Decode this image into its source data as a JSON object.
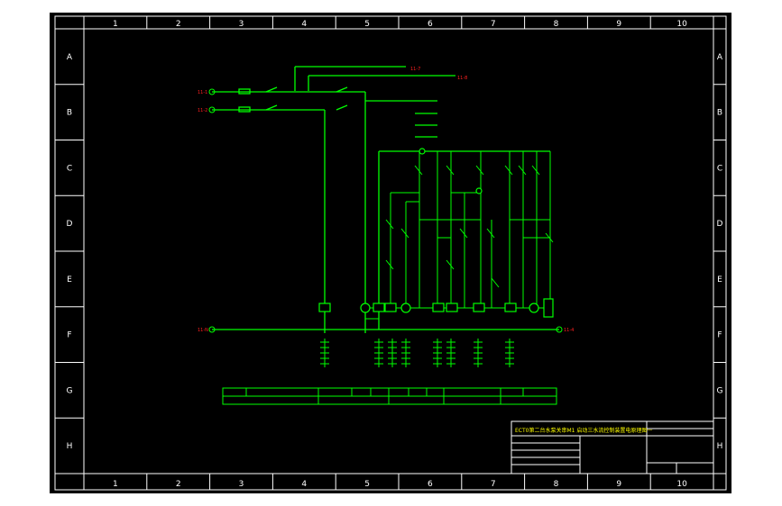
{
  "colors": {
    "background": "#000000",
    "frame": "#ffffff",
    "wire": "#00ff00",
    "node_label": "#ff2020",
    "tag_label": "#ffff00",
    "outer_page": "#ffffff"
  },
  "frame": {
    "columns": [
      "1",
      "2",
      "3",
      "4",
      "5",
      "6",
      "7",
      "8",
      "9",
      "10"
    ],
    "rows": [
      "A",
      "B",
      "C",
      "D",
      "E",
      "F",
      "G",
      "H"
    ]
  },
  "terminals": {
    "l1": "11-1",
    "l2": "11-2",
    "n": "11-N",
    "l1_out": "11-4"
  },
  "feeder_labels": {
    "upper": "11-7",
    "lower": "11-8"
  },
  "title_block": {
    "title": "ECT0第二台水泵关串M1 启动三水流控制装置电原理图一"
  }
}
